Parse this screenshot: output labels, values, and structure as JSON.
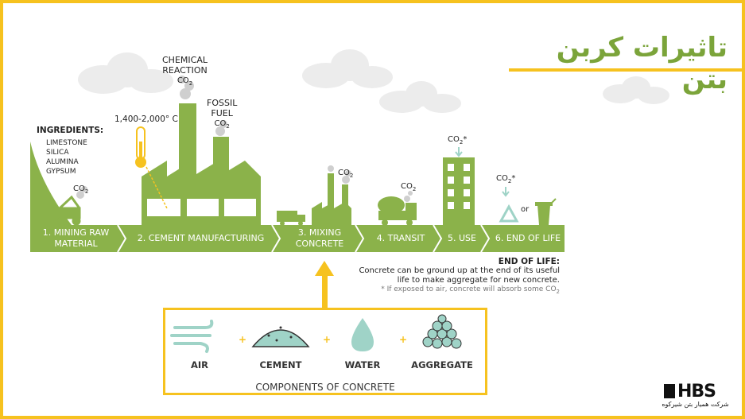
{
  "title": "تاثیرات کربن بتن",
  "ingredients": {
    "heading": "INGREDIENTS:",
    "items": [
      "LIMESTONE",
      "SILICA",
      "ALUMINA",
      "GYPSUM"
    ]
  },
  "annotations": {
    "chemical_reaction": [
      "CHEMICAL",
      "REACTION"
    ],
    "fossil_fuel": [
      "FOSSIL",
      "FUEL"
    ],
    "temperature": "1,400-2,000° C",
    "co2": "CO",
    "co2_sub": "2",
    "co2_star": "*"
  },
  "steps": [
    {
      "label": "1. MINING RAW MATERIAL"
    },
    {
      "label": "2. CEMENT MANUFACTURING"
    },
    {
      "label": "3. MIXING CONCRETE"
    },
    {
      "label": "4. TRANSIT"
    },
    {
      "label": "5. USE"
    },
    {
      "label": "6. END OF LIFE"
    }
  ],
  "end_of_life": {
    "title": "END OF LIFE:",
    "line1": "Concrete can be ground up at the end of its useful",
    "line2": "life to make aggregate for new concrete.",
    "note": "* If exposed to air, concrete will absorb some CO",
    "or": "or"
  },
  "components": {
    "title": "COMPONENTS OF CONCRETE",
    "items": [
      "AIR",
      "CEMENT",
      "WATER",
      "AGGREGATE"
    ],
    "plus": "+"
  },
  "logo": {
    "main": "HBS",
    "sub": "شرکت همیار بتن شیرکوه"
  },
  "colors": {
    "green": "#8bb24a",
    "dark_green": "#6f9a35",
    "yellow": "#f6c21f",
    "teal": "#9fd3c7",
    "cloud": "#e3e3e3"
  }
}
